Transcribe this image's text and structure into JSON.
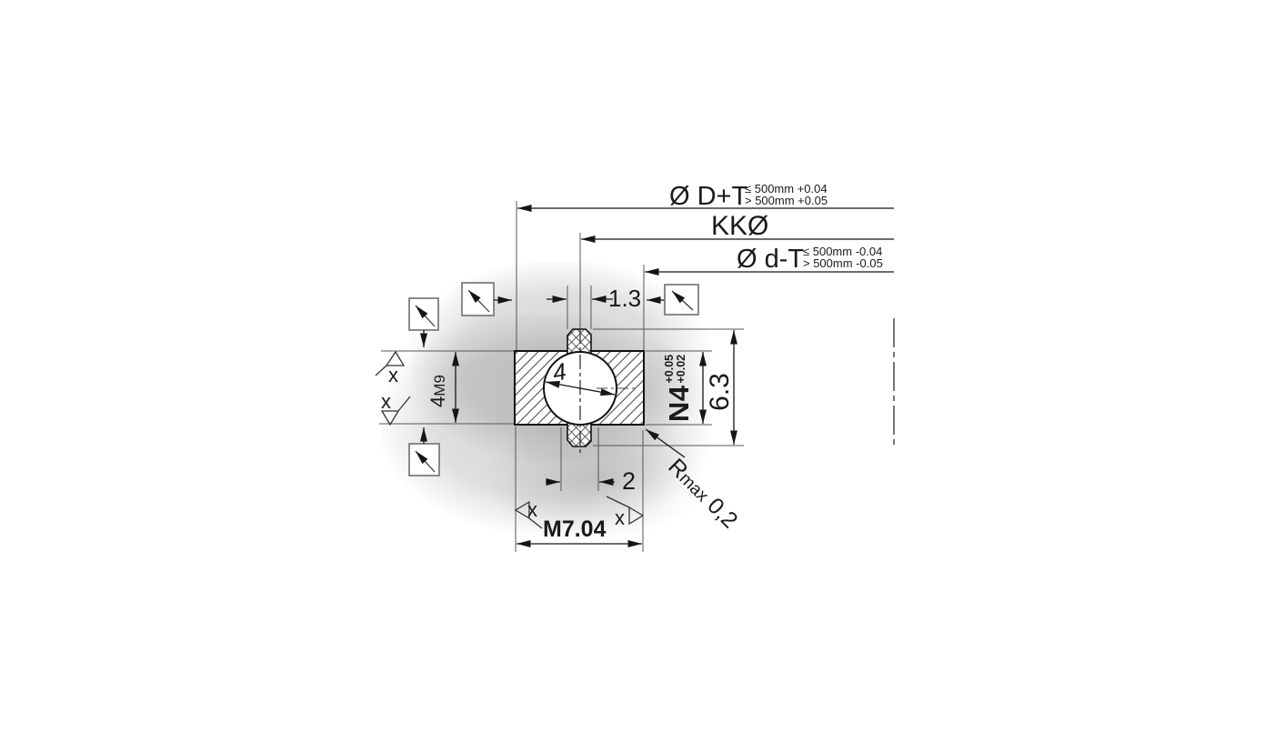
{
  "dims": {
    "outer_diameter": {
      "label": "Ø D+T",
      "tol_le": "≤ 500mm +0.04",
      "tol_gt": "> 500mm +0.05"
    },
    "piston_diameter": {
      "label": "KKØ"
    },
    "inner_diameter": {
      "label": "Ø d-T",
      "tol_le": "≤ 500mm -0.04",
      "tol_gt": "> 500mm -0.05"
    },
    "tab_top_width": "1.3",
    "tab_base_width": "2",
    "groove_width_left": {
      "value": "4",
      "tol": "M9"
    },
    "groove_width_right": {
      "value": "N4",
      "tol_upper": "+0.05",
      "tol_lower": "+0.02"
    },
    "overall_height": "6.3",
    "cord_diameter": "4",
    "groove_depth": "M7.04",
    "surface_radius": {
      "prefix": "R",
      "sub": "max",
      "value": "0,2"
    },
    "surface_mark": "x"
  },
  "icons": {
    "surface_symbol": "square-with-diagonal-arrow",
    "flag_symbol": "open-triangle-flag"
  },
  "colors": {
    "line": "#1a1a1a",
    "thin_line": "#555555",
    "shadow": "#8f8f8f"
  }
}
